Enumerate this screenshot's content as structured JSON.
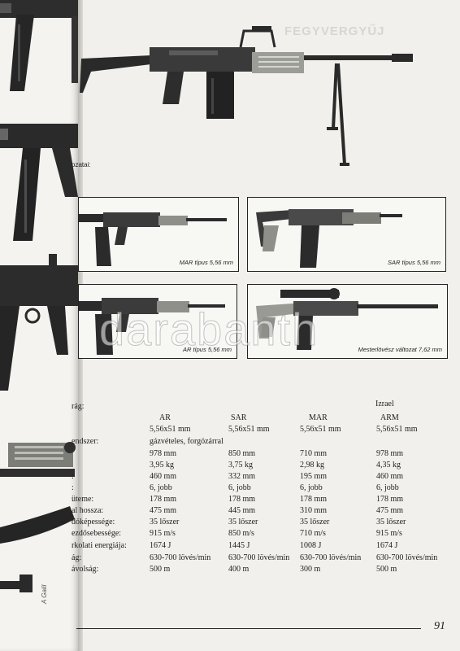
{
  "left_page": {
    "footer_text": "A Galil"
  },
  "right_page": {
    "heading_fragment": "FEGYVERGYŰJ",
    "variants_label": "ozatai:",
    "photos": [
      {
        "caption": "MAR típus 5,56 mm"
      },
      {
        "caption": "SAR típus 5,56 mm"
      },
      {
        "caption": "AR típus 5,56 mm"
      },
      {
        "caption": "Mesterlövész változat 7,62 mm"
      }
    ],
    "spec_table": {
      "country": "Izrael",
      "header_label": "rág:",
      "columns": [
        "AR",
        "SAR",
        "MAR",
        "ARM"
      ],
      "rows": [
        {
          "label": "",
          "values": [
            "5,56x51 mm",
            "5,56x51 mm",
            "5,56x51 mm",
            "5,56x51 mm"
          ]
        },
        {
          "label": "endszer:",
          "values": [
            "gázvételes, forgózárral",
            "",
            "",
            ""
          ]
        },
        {
          "label": "",
          "values": [
            "978 mm",
            "850 mm",
            "710 mm",
            "978 mm"
          ]
        },
        {
          "label": "",
          "values": [
            "3,95 kg",
            "3,75 kg",
            "2,98 kg",
            "4,35 kg"
          ]
        },
        {
          "label": ":",
          "values": [
            "460 mm",
            "332 mm",
            "195 mm",
            "460 mm"
          ]
        },
        {
          "label": ":",
          "values": [
            "6, jobb",
            "6, jobb",
            "6, jobb",
            "6, jobb"
          ]
        },
        {
          "label": "üteme:",
          "values": [
            "178 mm",
            "178 mm",
            "178 mm",
            "178 mm"
          ]
        },
        {
          "label": "al hossza:",
          "values": [
            "475 mm",
            "445 mm",
            "310 mm",
            "475 mm"
          ]
        },
        {
          "label": "dóképessége:",
          "values": [
            "35 lőszer",
            "35 lőszer",
            "35 lőszer",
            "35 lőszer"
          ]
        },
        {
          "label": "ezdősebessége:",
          "values": [
            "915 m/s",
            "850 m/s",
            "710 m/s",
            "915 m/s"
          ]
        },
        {
          "label": "rkolati energiája:",
          "values": [
            "1674 J",
            "1445 J",
            "1008 J",
            "1674 J"
          ]
        },
        {
          "label": "ág:",
          "values": [
            "630-700 lövés/min",
            "630-700 lövés/min",
            "630-700 lövés/min",
            "630-700 lövés/min"
          ]
        },
        {
          "label": "ávolság:",
          "values": [
            "500 m",
            "400 m",
            "300 m",
            "500 m"
          ]
        }
      ]
    },
    "page_number": "91"
  },
  "watermark": "darabanth",
  "colors": {
    "paper": "#f1f0ec",
    "ink": "#1d1d1d",
    "gun_dark": "#2b2b2b",
    "gun_light": "#9d9d98"
  }
}
